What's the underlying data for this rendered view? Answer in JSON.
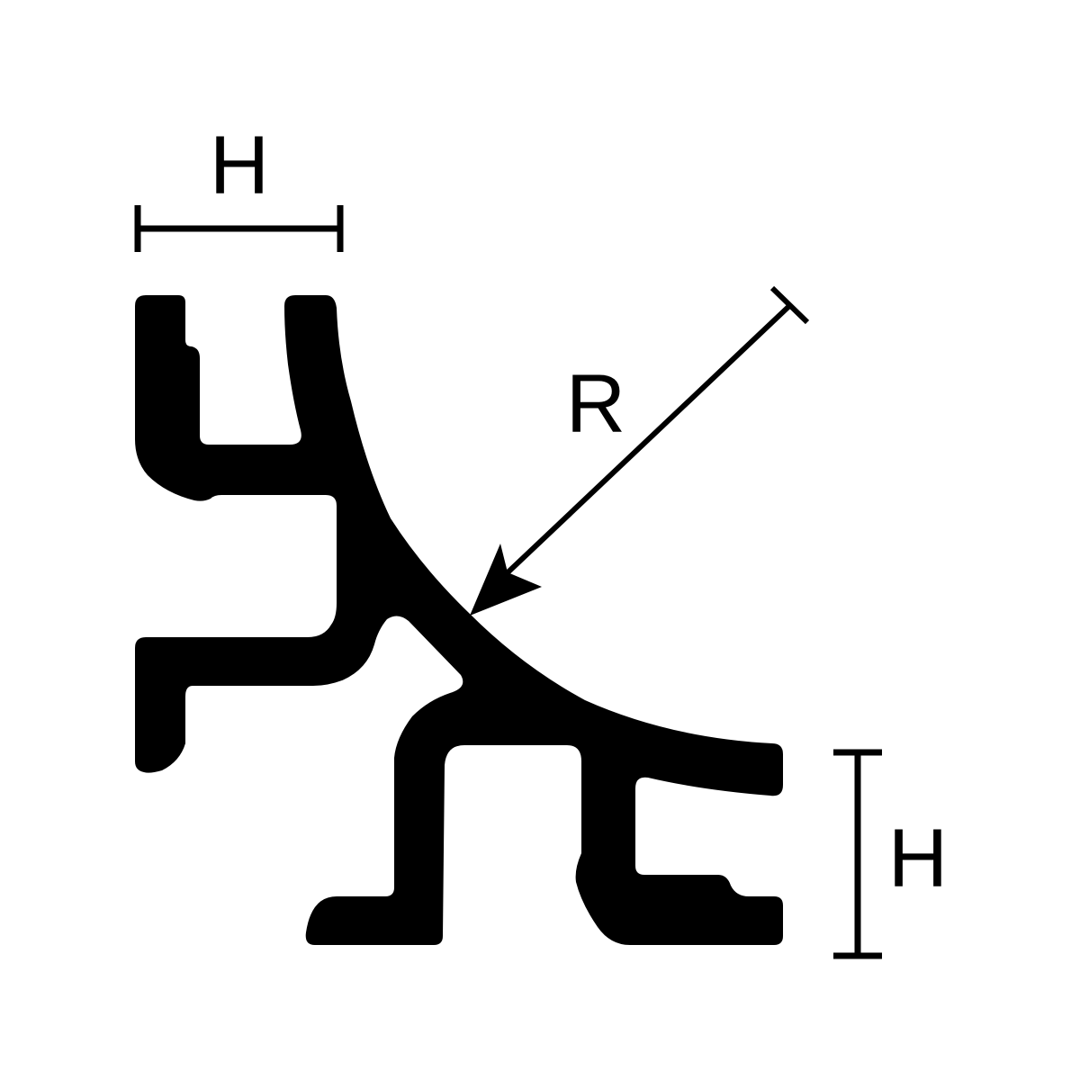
{
  "diagram": {
    "title": "",
    "colors": {
      "profile": "#000000",
      "background": "#ffffff",
      "dimension_line": "#000000"
    },
    "labels": {
      "top_width": "H",
      "radius": "R",
      "right_height": "H"
    }
  }
}
